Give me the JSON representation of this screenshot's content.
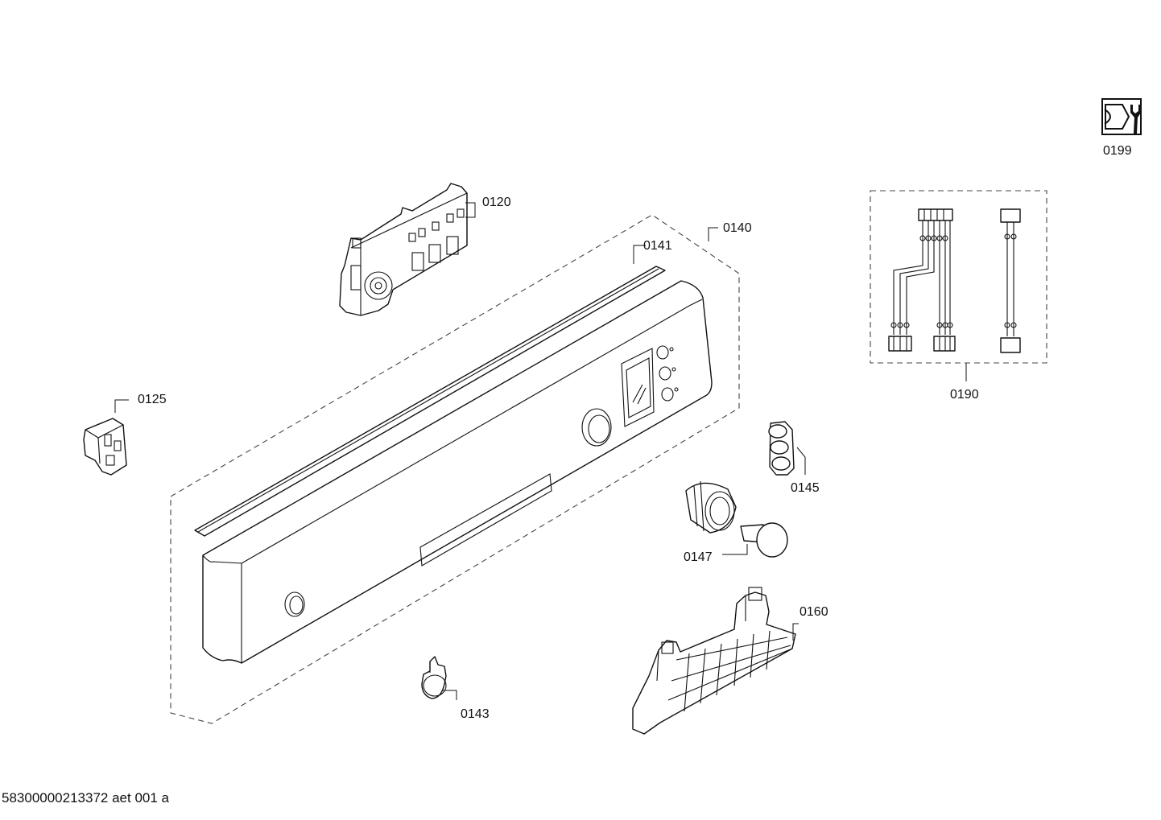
{
  "diagram": {
    "labels": {
      "p0120": "0120",
      "p0125": "0125",
      "p0140": "0140",
      "p0141": "0141",
      "p0143": "0143",
      "p0145": "0145",
      "p0147": "0147",
      "p0160": "0160",
      "p0190": "0190",
      "p0199": "0199"
    },
    "footer": "58300000213372 aet 001 a"
  }
}
